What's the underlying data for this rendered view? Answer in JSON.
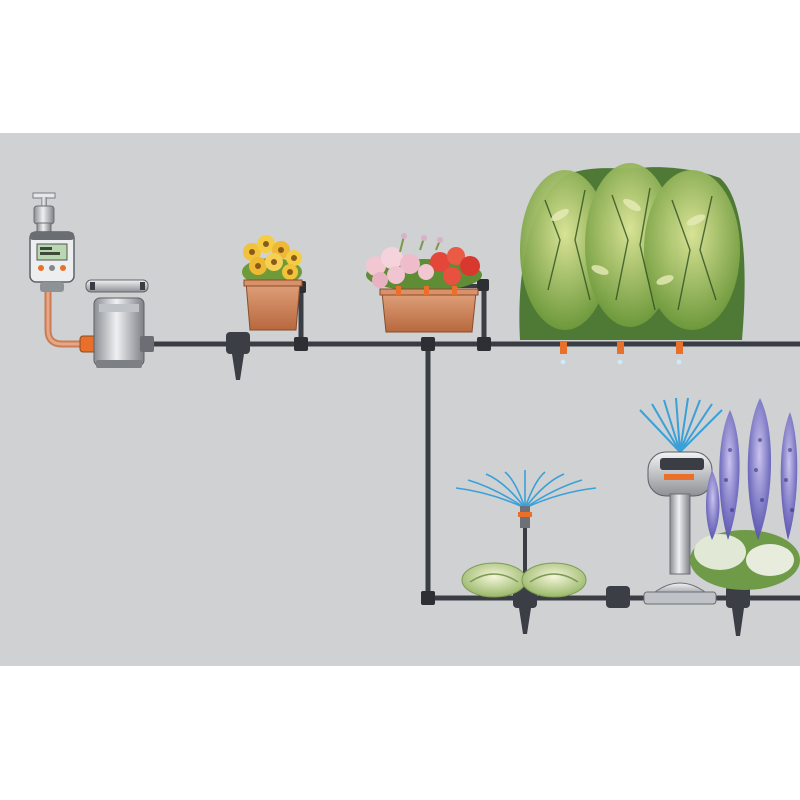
{
  "diagram": {
    "background_color": "#ffffff",
    "panel_color": "#cfd1d3",
    "pipe_color": "#3a3e44",
    "water_color": "#3aa0d8",
    "accent_orange": "#e8702a",
    "terracotta": "#c9825a",
    "components": [
      {
        "id": "tap",
        "icon": "faucet-icon"
      },
      {
        "id": "water-timer",
        "icon": "timer-icon"
      },
      {
        "id": "pressure-reducer",
        "icon": "pressure-reducer-icon"
      },
      {
        "id": "filter",
        "icon": "filter-icon"
      },
      {
        "id": "window-box-yellow-flowers",
        "icon": "flower-box-icon"
      },
      {
        "id": "window-box-mixed-flowers",
        "icon": "flower-box-icon"
      },
      {
        "id": "bamboo-hedge-drippers",
        "icon": "drip-emitter-icon"
      },
      {
        "id": "spray-nozzle",
        "icon": "spray-nozzle-icon"
      },
      {
        "id": "pop-up-sprinkler",
        "icon": "sprinkler-icon"
      },
      {
        "id": "lupine-bed",
        "icon": "flower-icon"
      },
      {
        "id": "lettuce-bed",
        "icon": "lettuce-icon"
      }
    ]
  }
}
